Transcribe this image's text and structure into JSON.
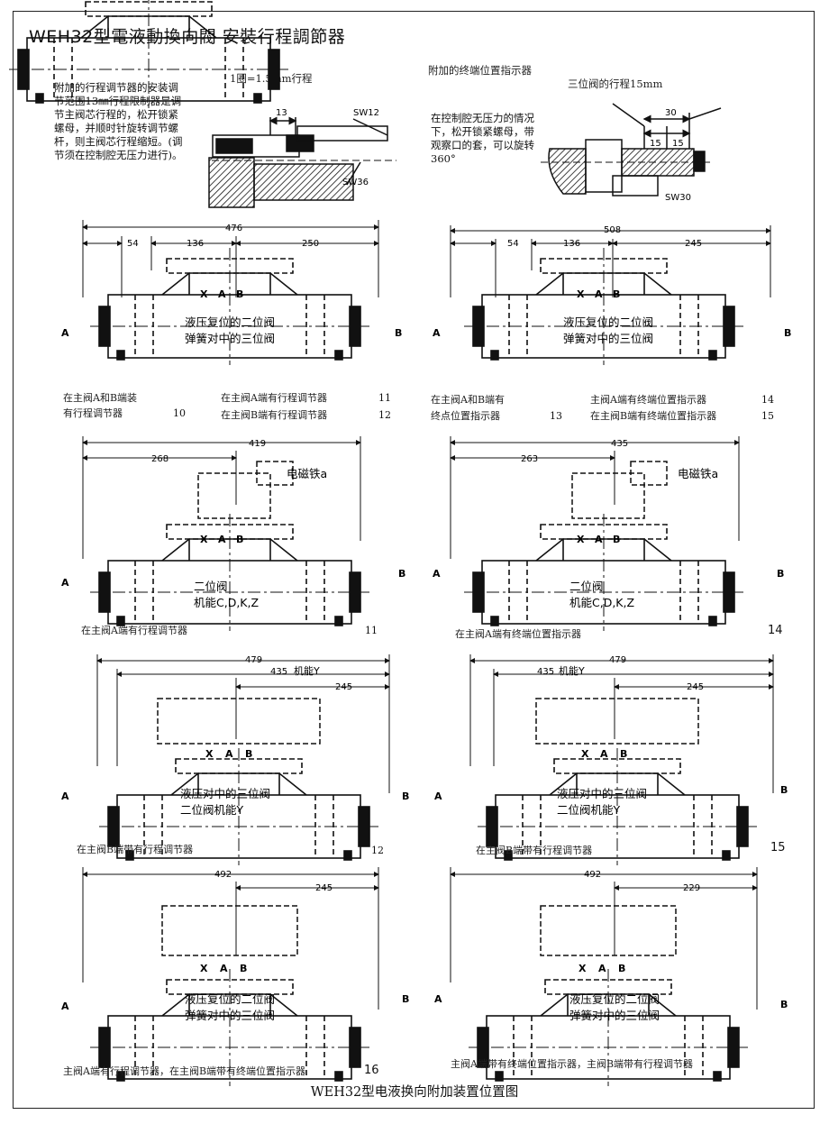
{
  "title": "WEH32型電液動換向閥  安裝行程調節器",
  "footer": "WEH32型电液换向附加装置位置图",
  "top_left": {
    "note": "附加的行程调节器的安装调节范围13㎜行程限制器是调节主阀芯行程的，松开锁紧螺母，并顺时针旋转调节螺杆，则主阀芯行程缩短。(调节须在控制腔无压力进行)。",
    "turn_label": "1圈=1.5mm行程",
    "dim_13": "13",
    "sw12": "SW12",
    "sw36": "SW36"
  },
  "top_right": {
    "title": "附加的终端位置指示器",
    "stroke_label": "三位阀的行程15mm",
    "note": "在控制腔无压力的情况下，松开锁紧螺母，带观察口的套，可以旋转360°",
    "dim_30": "30",
    "dim_15a": "15",
    "dim_15b": "15",
    "sw30": "SW30"
  },
  "common": {
    "port_a": "A",
    "port_b": "B",
    "port_x": "X",
    "port_b_small": "B",
    "port_a_small": "A",
    "port_b_alt": "B"
  },
  "rows": [
    {
      "left": {
        "overall": "476",
        "d1": "54",
        "d2": "136",
        "d3": "250",
        "inner1": "液压复位的二位阀",
        "inner2": "弹簧对中的三位阀",
        "cap1": "在主阀A和B端装",
        "cap2": "有行程调节器",
        "n1": "10",
        "cap3": "在主阀A端有行程调节器",
        "n3": "11",
        "cap4": "在主阀B端有行程调节器",
        "n4": "12"
      },
      "right": {
        "overall": "508",
        "d1": "54",
        "d2": "136",
        "d3": "245",
        "inner1": "液压复位的二位阀",
        "inner2": "弹簧对中的三位阀",
        "cap1": "在主阀A和B端有",
        "cap2": "终点位置指示器",
        "n1": "13",
        "cap3": "主阀A端有终端位置指示器",
        "n3": "14",
        "cap4": "在主阀B端有终端位置指示器",
        "n4": "15"
      }
    },
    {
      "left": {
        "overall": "419",
        "d1": "268",
        "magnet": "电磁铁a",
        "inner1": "二位阀",
        "inner2": "机能C,D,K,Z",
        "cap": "在主阀A端有行程调节器",
        "n": "11"
      },
      "right": {
        "overall": "435",
        "d1": "263",
        "magnet": "电磁铁a",
        "inner1": "二位阀",
        "inner2": "机能C,D,K,Z",
        "cap": "在主阀A端有终端位置指示器",
        "n": "14"
      }
    },
    {
      "left": {
        "overall": "479",
        "d1": "435",
        "fn": "机能Y",
        "d2": "245",
        "inner1": "液压对中的三位阀",
        "inner2": "二位阀机能Y",
        "cap": "在主阀B端带有行程调节器",
        "n": "12"
      },
      "right": {
        "overall": "479",
        "d1": "435",
        "fn": "机能Y",
        "d2": "245",
        "inner1": "液压对中的三位阀",
        "inner2": "二位阀机能Y",
        "cap": "在主阀B端带有行程调节器",
        "n": "15"
      }
    },
    {
      "left": {
        "overall": "492",
        "d1": "245",
        "inner1": "液压复位的二位阀",
        "inner2": "弹簧对中的三位阀",
        "cap": "主阀A端有行程调节器，在主阀B端带有终端位置指示器",
        "n": "16"
      },
      "right": {
        "overall": "492",
        "d1": "229",
        "inner1": "液压复位的二位阀",
        "inner2": "弹簧对中的三位阀",
        "cap": "主阀A端带有终端位置指示器，主阀B端带有行程调节器"
      }
    }
  ]
}
